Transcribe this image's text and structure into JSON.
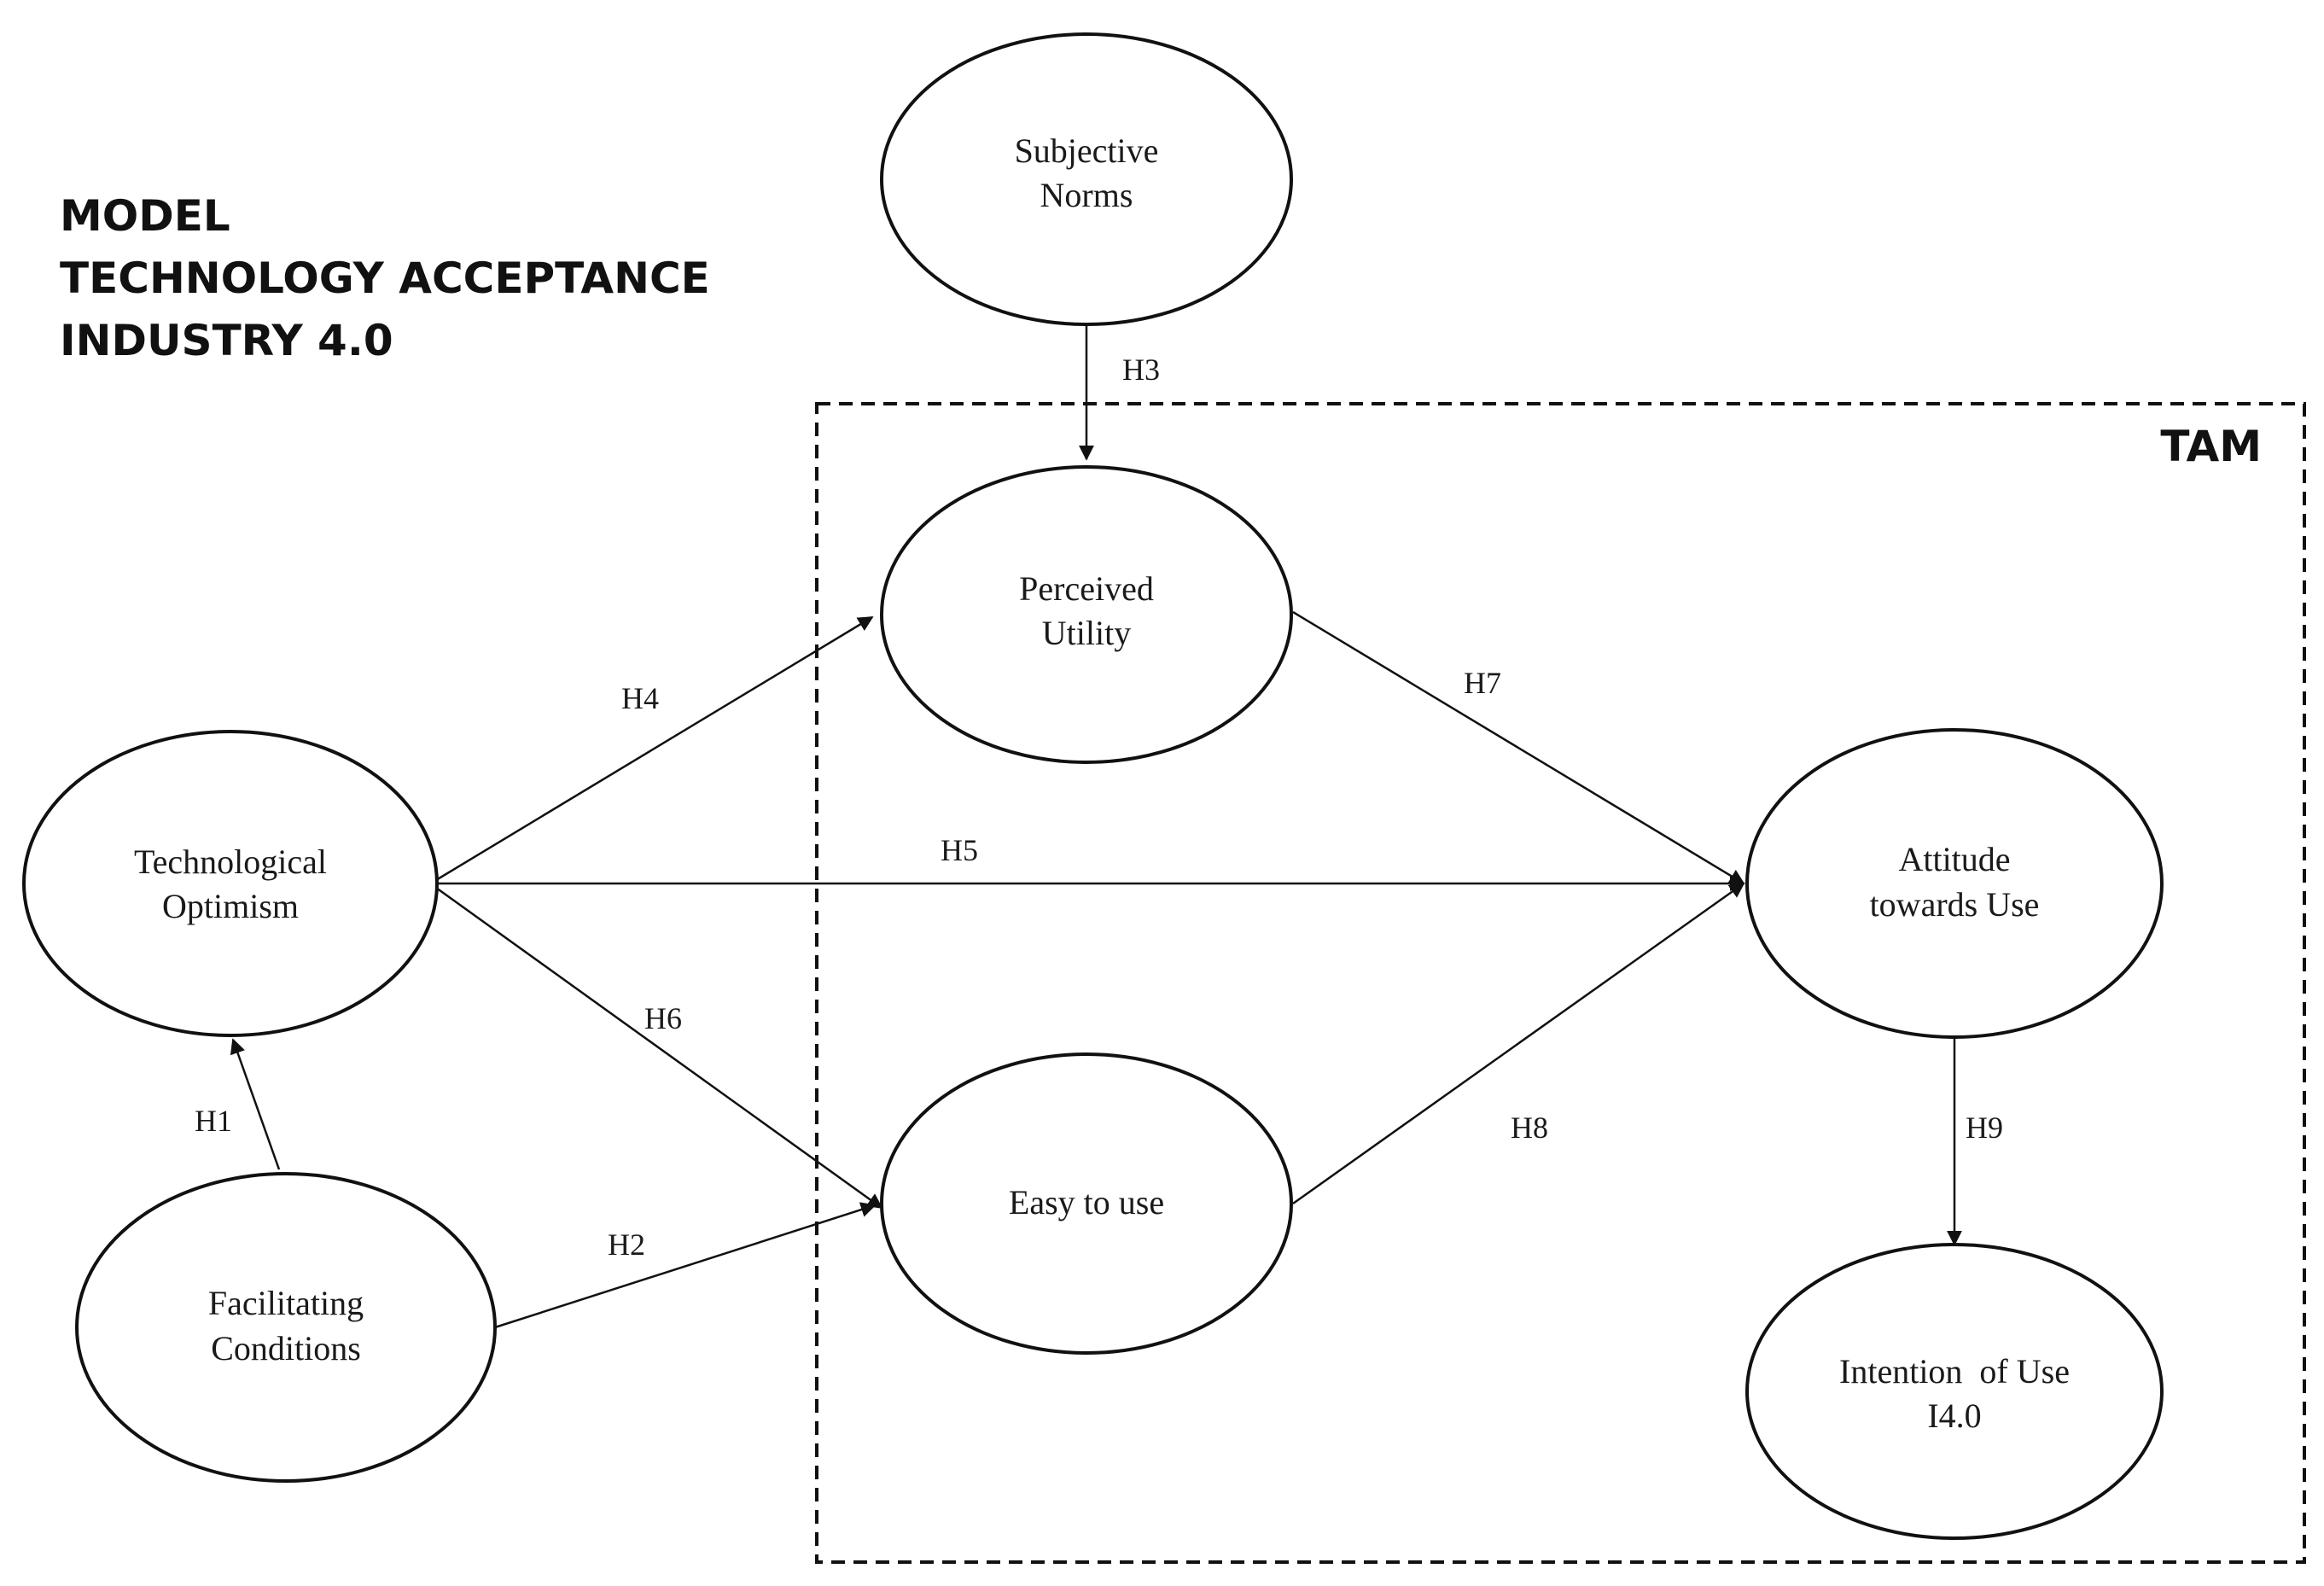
{
  "title": {
    "line1": "MODEL",
    "line2": "TECHNOLOGY ACCEPTANCE",
    "line3": "INDUSTRY 4.0"
  },
  "tam_label": "TAM",
  "nodes": {
    "subjective_norms": [
      "Subjective",
      "Norms"
    ],
    "perceived_utility": [
      "Perceived",
      "Utility"
    ],
    "technological_optimism": [
      "Technological",
      "Optimism"
    ],
    "facilitating_conditions": [
      "Facilitating",
      "Conditions"
    ],
    "easy_to_use": [
      "Easy to use"
    ],
    "attitude_towards_use": [
      "Attitude",
      "towards Use"
    ],
    "intention_of_use": [
      "Intention  of Use",
      "I4.0"
    ]
  },
  "hypotheses": {
    "h1": "H1",
    "h2": "H2",
    "h3": "H3",
    "h4": "H4",
    "h5": "H5",
    "h6": "H6",
    "h7": "H7",
    "h8": "H8",
    "h9": "H9"
  },
  "colors": {
    "stroke": "#111111",
    "background": "#ffffff"
  }
}
